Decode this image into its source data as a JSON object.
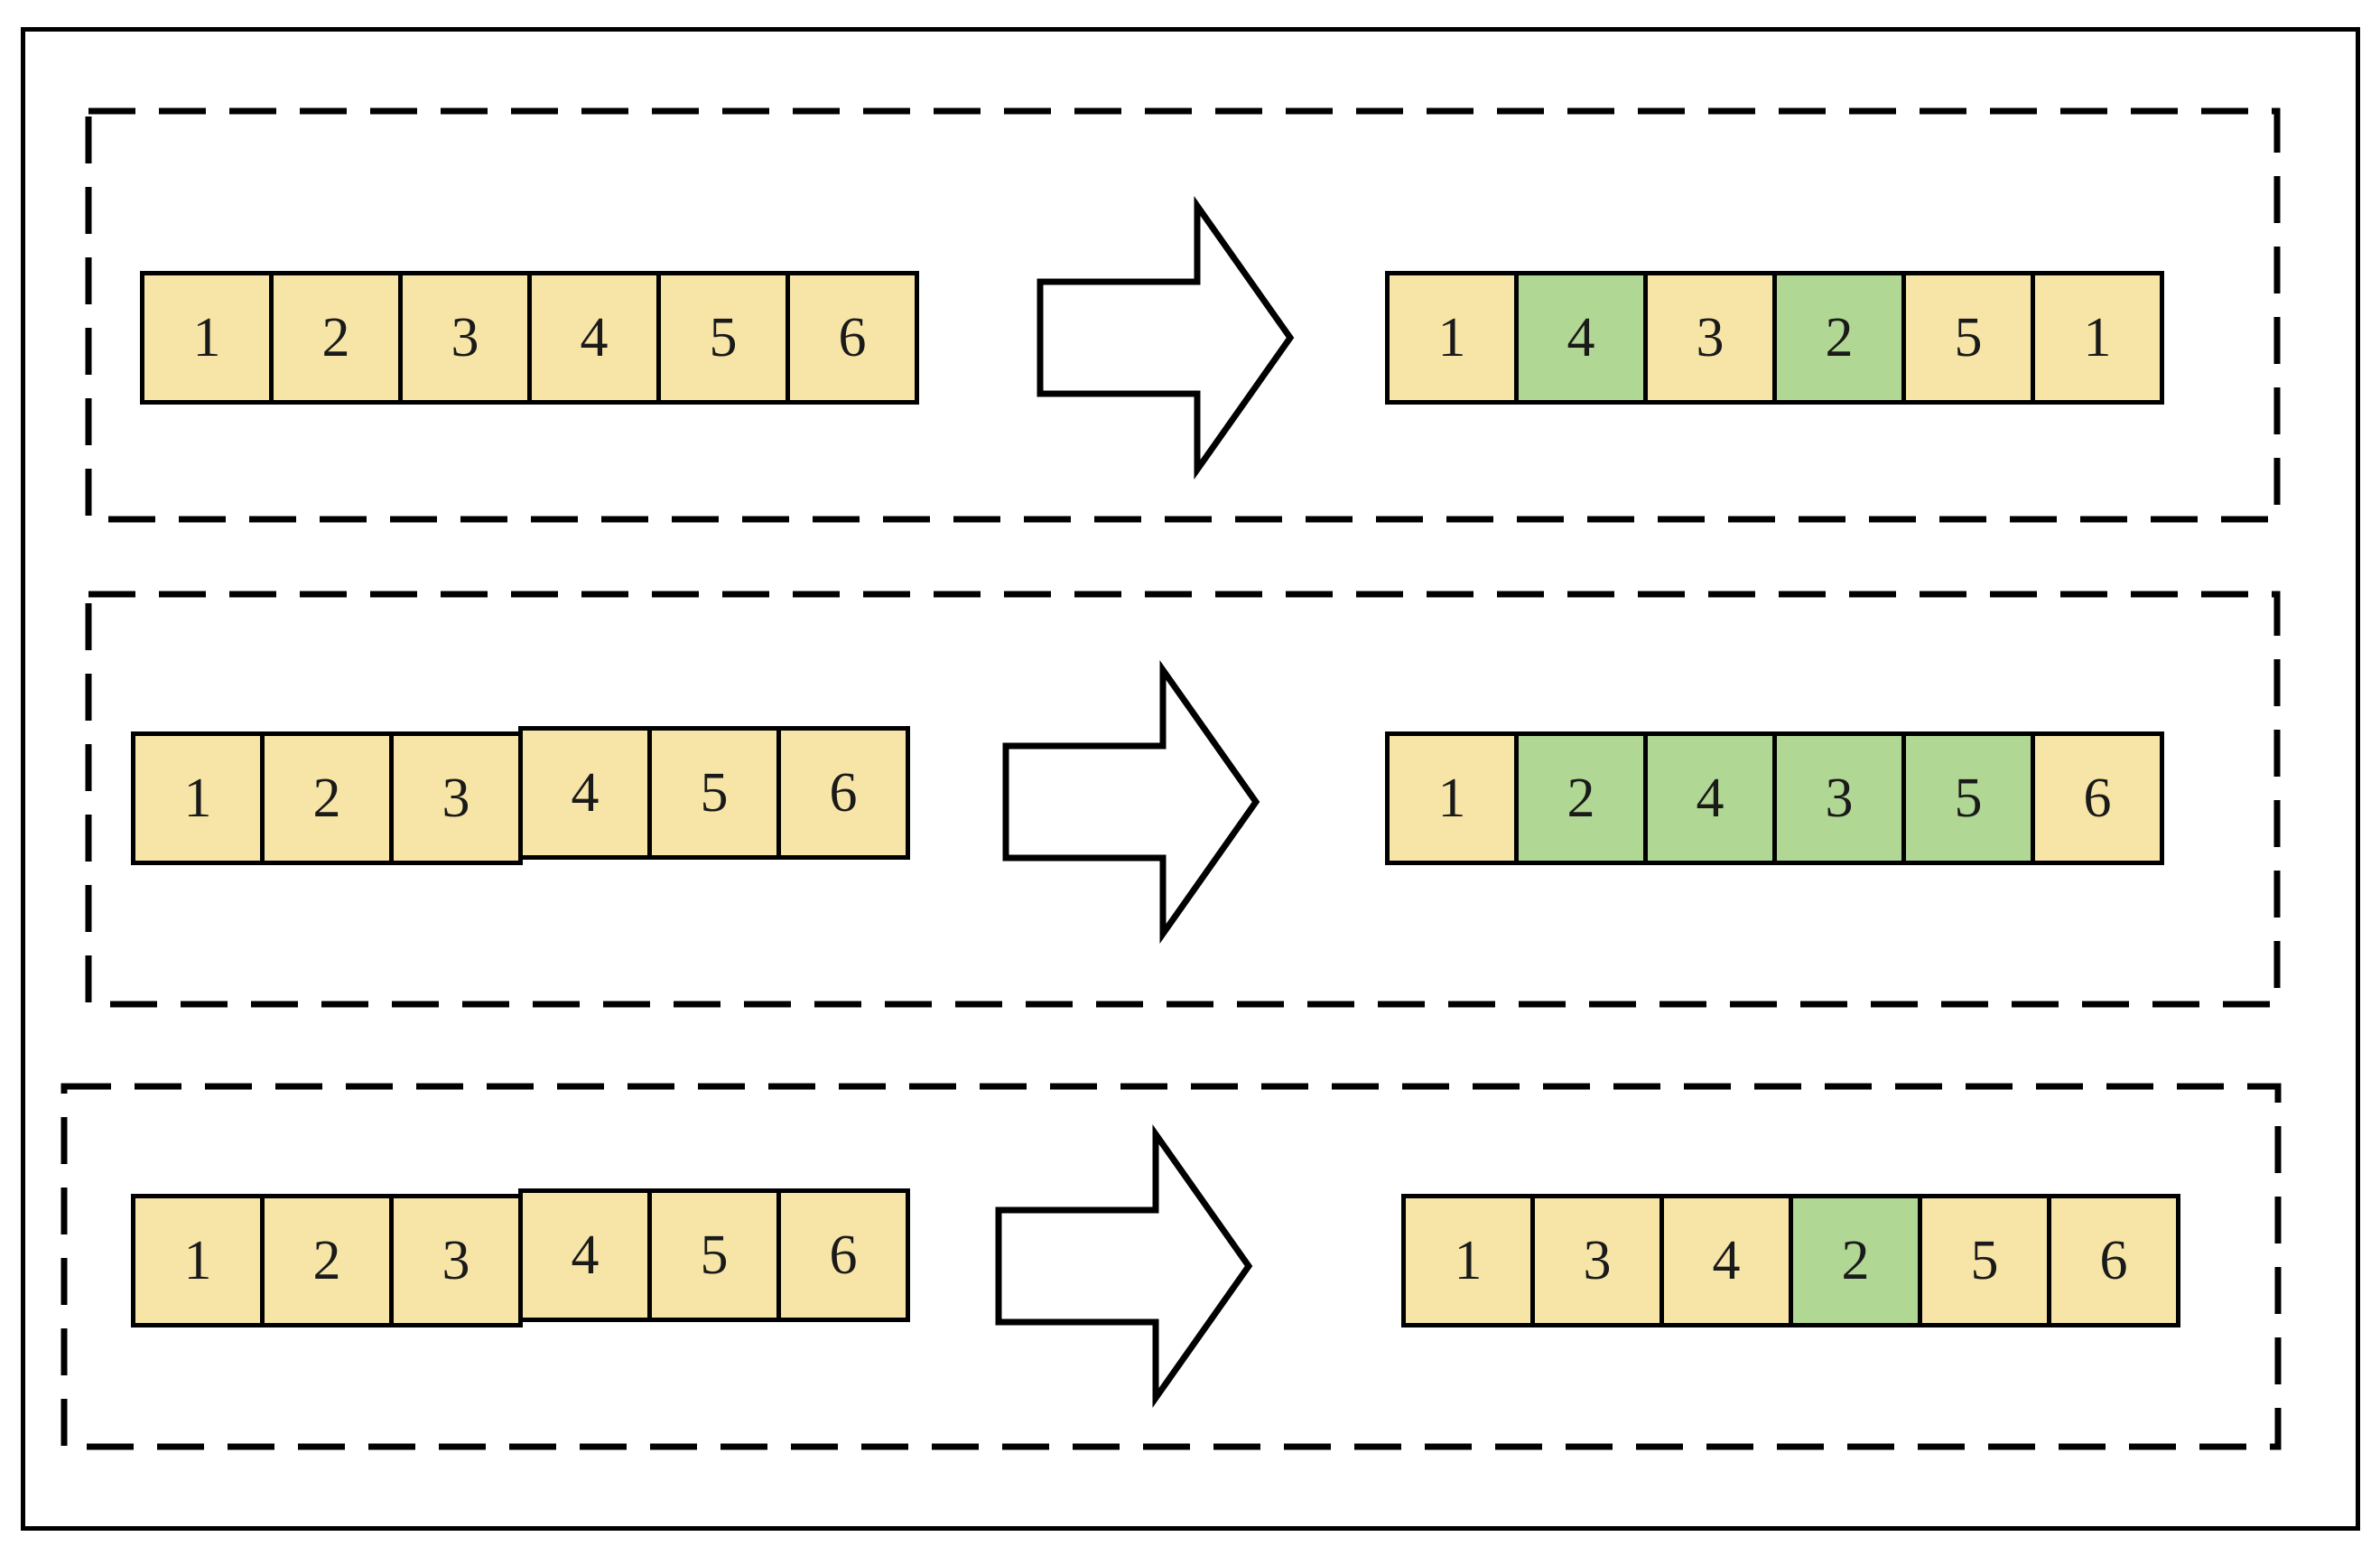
{
  "figure": {
    "title": "array-transformation-diagram",
    "colors": {
      "cell_fill_default": "#f6e5a6",
      "cell_fill_highlight": "#b0d793",
      "stroke": "#000000",
      "background": "#ffffff"
    }
  },
  "rows": [
    {
      "name": "row-1",
      "left_array": {
        "name": "row-1-left-array",
        "cells": [
          {
            "value": "1",
            "highlight": false
          },
          {
            "value": "2",
            "highlight": false
          },
          {
            "value": "3",
            "highlight": false
          },
          {
            "value": "4",
            "highlight": false
          },
          {
            "value": "5",
            "highlight": false
          },
          {
            "value": "6",
            "highlight": false
          }
        ]
      },
      "arrow": {
        "name": "row-1-arrow",
        "direction": "right"
      },
      "right_array": {
        "name": "row-1-right-array",
        "cells": [
          {
            "value": "1",
            "highlight": false
          },
          {
            "value": "4",
            "highlight": true
          },
          {
            "value": "3",
            "highlight": false
          },
          {
            "value": "2",
            "highlight": true
          },
          {
            "value": "5",
            "highlight": false
          },
          {
            "value": "1",
            "highlight": false
          }
        ]
      }
    },
    {
      "name": "row-2",
      "left_array": {
        "name": "row-2-left-array",
        "cells": [
          {
            "value": "1",
            "highlight": false
          },
          {
            "value": "2",
            "highlight": false
          },
          {
            "value": "3",
            "highlight": false
          },
          {
            "value": "4",
            "highlight": false
          },
          {
            "value": "5",
            "highlight": false
          },
          {
            "value": "6",
            "highlight": false
          }
        ]
      },
      "arrow": {
        "name": "row-2-arrow",
        "direction": "right"
      },
      "right_array": {
        "name": "row-2-right-array",
        "cells": [
          {
            "value": "1",
            "highlight": false
          },
          {
            "value": "2",
            "highlight": true
          },
          {
            "value": "4",
            "highlight": true
          },
          {
            "value": "3",
            "highlight": true
          },
          {
            "value": "5",
            "highlight": true
          },
          {
            "value": "6",
            "highlight": false
          }
        ]
      }
    },
    {
      "name": "row-3",
      "left_array": {
        "name": "row-3-left-array",
        "cells": [
          {
            "value": "1",
            "highlight": false
          },
          {
            "value": "2",
            "highlight": false
          },
          {
            "value": "3",
            "highlight": false
          },
          {
            "value": "4",
            "highlight": false
          },
          {
            "value": "5",
            "highlight": false
          },
          {
            "value": "6",
            "highlight": false
          }
        ]
      },
      "arrow": {
        "name": "row-3-arrow",
        "direction": "right"
      },
      "right_array": {
        "name": "row-3-right-array",
        "cells": [
          {
            "value": "1",
            "highlight": false
          },
          {
            "value": "3",
            "highlight": false
          },
          {
            "value": "4",
            "highlight": false
          },
          {
            "value": "2",
            "highlight": true
          },
          {
            "value": "5",
            "highlight": false
          },
          {
            "value": "6",
            "highlight": false
          }
        ]
      }
    }
  ]
}
